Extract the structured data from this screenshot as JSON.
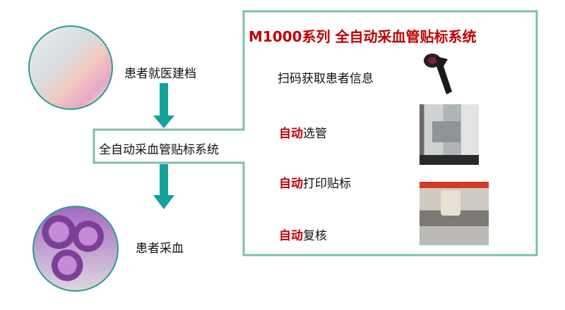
{
  "steps": {
    "register": "患者就医建档",
    "system": "全自动采血管贴标系统",
    "collect": "患者采血"
  },
  "panel": {
    "title": "M1000系列 全自动采血管贴标系统",
    "items": [
      {
        "highlight": "",
        "text": "扫码获取患者信息"
      },
      {
        "highlight": "自动",
        "text": "选管"
      },
      {
        "highlight": "自动",
        "text": "打印贴标"
      },
      {
        "highlight": "自动",
        "text": "复核"
      }
    ]
  },
  "colors": {
    "outline": "#7dbfa8",
    "arrow": "#16a09a",
    "accent": "#c00000"
  }
}
